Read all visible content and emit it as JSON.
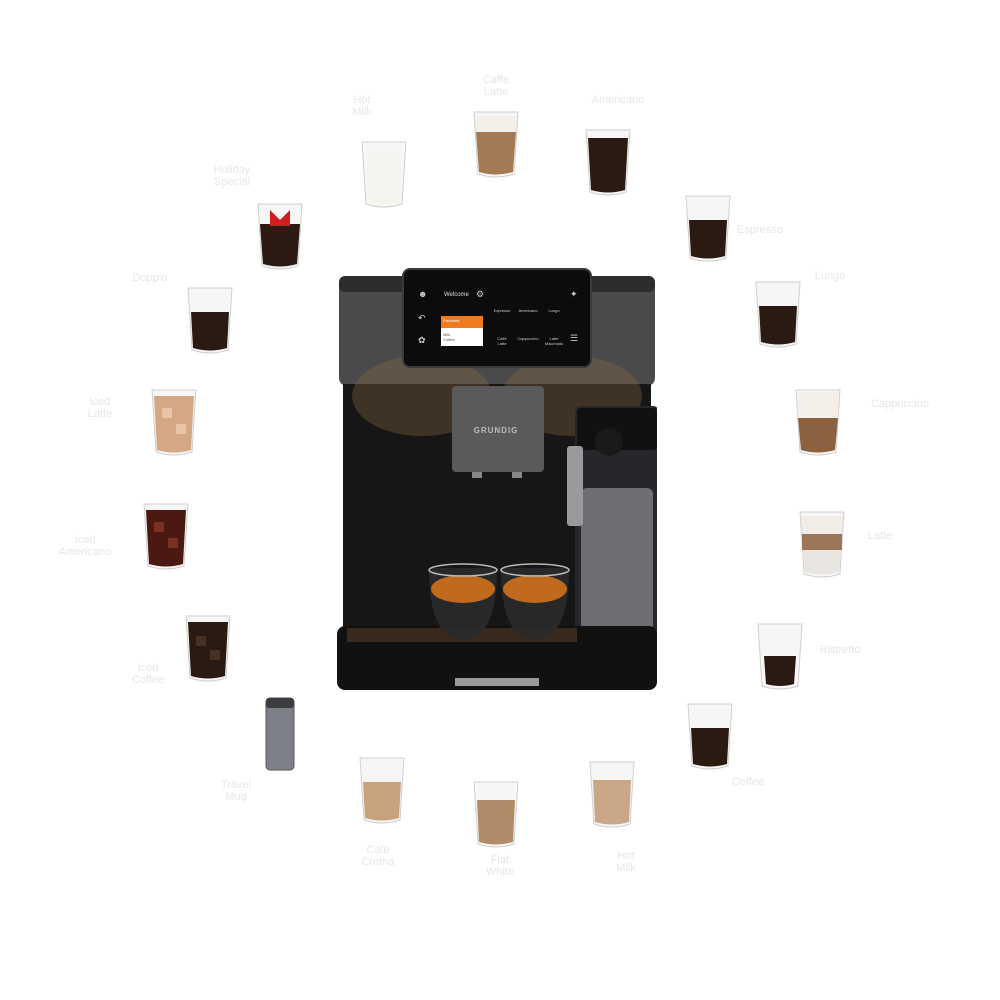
{
  "machine": {
    "brand": "GRUNDIG",
    "screen": {
      "welcome": "Welcome",
      "selected_label": "Favorites",
      "selected_sub": "Milk\nCoffee",
      "drinks": [
        "Espresso",
        "Americano",
        "Lungo",
        "Caffe\nLatte",
        "Cappuccino",
        "Latte\nMacchiato"
      ]
    }
  },
  "drinks": [
    {
      "label": "Caffe\nLatte",
      "type": "latte"
    },
    {
      "label": "Americano",
      "type": "americano"
    },
    {
      "label": "Espresso",
      "type": "espresso"
    },
    {
      "label": "Lungo",
      "type": "espresso"
    },
    {
      "label": "Cappuccino",
      "type": "cappuccino"
    },
    {
      "label": "Latte",
      "type": "layered"
    },
    {
      "label": "Ristretto",
      "type": "small"
    },
    {
      "label": "Coffee",
      "type": "espresso"
    },
    {
      "label": "Hot\nMilk",
      "type": "milk-cup"
    },
    {
      "label": "Flat\nWhite",
      "type": "flat"
    },
    {
      "label": "Cafe\nCrema",
      "type": "crema"
    },
    {
      "label": "Travel\nMug",
      "type": "mug"
    },
    {
      "label": "Iced\nCoffee",
      "type": "iced-dark"
    },
    {
      "label": "Iced\nAmericano",
      "type": "iced-red"
    },
    {
      "label": "Iced\nLatte",
      "type": "iced-latte"
    },
    {
      "label": "Doppio",
      "type": "espresso"
    },
    {
      "label": "Holiday\nSpecial",
      "type": "gift"
    },
    {
      "label": "Hot\nMilk",
      "type": "milk"
    }
  ],
  "colors": {
    "coffee": "#2b1a12",
    "latte": "#a47a55",
    "foam": "#f4efe9",
    "machine_body": "#1b1b1c",
    "machine_panel": "#4a4a4c",
    "accent": "#f07a1e"
  }
}
